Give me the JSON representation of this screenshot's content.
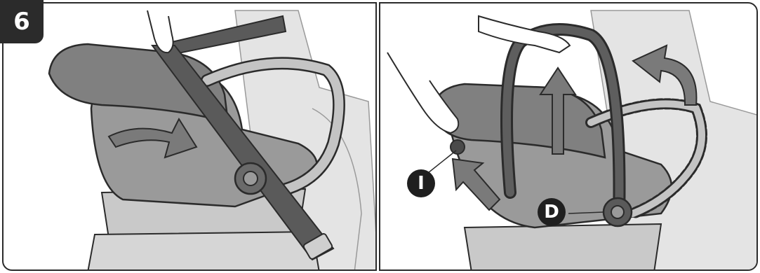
{
  "figure": {
    "step_number": "6",
    "callouts": {
      "latch": "I",
      "handle_pivot": "D"
    },
    "colors": {
      "outline": "#2b2b2b",
      "seat_shell": "#8a8a8a",
      "seat_light": "#b5b5b5",
      "background_seat": "#dcdcdc",
      "belt": "#5a5a5a",
      "arrow_fill": "#6e6e6e"
    },
    "panels": [
      {
        "id": "left",
        "icons": [
          "belt-icon",
          "rotate-arrow-icon",
          "hand-icon"
        ]
      },
      {
        "id": "right",
        "icons": [
          "up-arrow-icon",
          "curved-arrow-icon",
          "press-arrow-icon",
          "hand-icon"
        ]
      }
    ]
  }
}
